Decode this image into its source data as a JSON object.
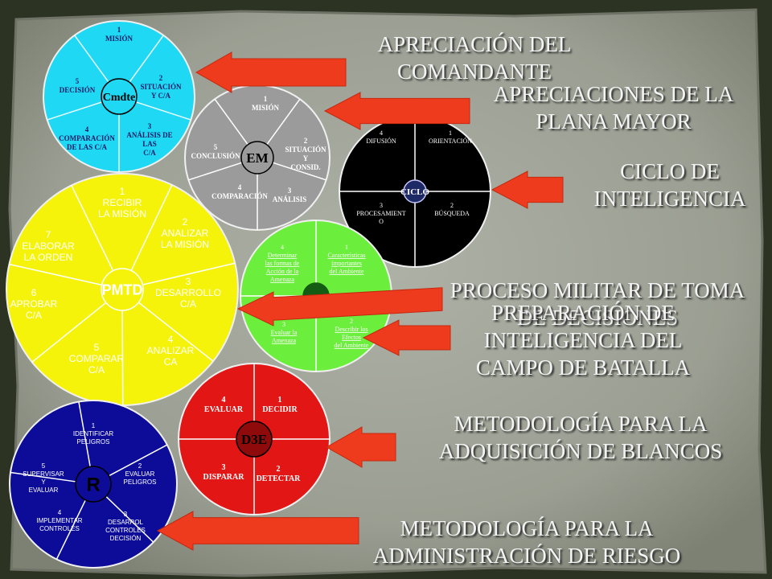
{
  "colors": {
    "frame": "#2c3322",
    "paper": "#a2a59a",
    "arrow": "#ee3a1d",
    "cmdte": "#1fd8f4",
    "em": "#9b9b9b",
    "ciclo": "#000000",
    "pipb": "#6bef3c",
    "pmtd": "#f6f30a",
    "d3e": "#e31616",
    "riesgo": "#0c0c99"
  },
  "titles": {
    "comandante": [
      "APRECIACIÓN DEL",
      "COMANDANTE"
    ],
    "plana_mayor": [
      "APRECIACIONES DE LA",
      "PLANA MAYOR"
    ],
    "ciclo": [
      "CICLO DE",
      "INTELIGENCIA"
    ],
    "pmtd": [
      "PROCESO MILITAR DE TOMA",
      "DE DECISIONES"
    ],
    "pipb": [
      "PREPARACIÓN DE",
      "INTELIGENCIA DEL",
      "CAMPO DE BATALLA"
    ],
    "blancos": [
      "METODOLOGÍA PARA LA",
      "ADQUISICIÓN DE BLANCOS"
    ],
    "riesgo": [
      "METODOLOGÍA PARA LA",
      "ADMINISTRACIÓN DE RIESGO"
    ]
  },
  "wheels": {
    "cmdte": {
      "center": "Cmdte",
      "segments": [
        [
          "1",
          "MISIÓN"
        ],
        [
          "2",
          "SITUACIÓN",
          "Y C/A"
        ],
        [
          "3",
          "ANÁLISIS DE",
          "LAS",
          "C/A"
        ],
        [
          "4",
          "COMPARACIÓN",
          "DE LAS C/A"
        ],
        [
          "5",
          "DECISIÓN"
        ]
      ]
    },
    "em": {
      "center": "EM",
      "segments": [
        [
          "1",
          "MISIÓN"
        ],
        [
          "2",
          "SITUACIÓN",
          "Y",
          "CONSID."
        ],
        [
          "3",
          "ANÁLISIS"
        ],
        [
          "4",
          "COMPARACIÓN"
        ],
        [
          "5",
          "CONCLUSIÓN"
        ]
      ]
    },
    "ciclo": {
      "center": "CICLO",
      "segments": [
        [
          "1",
          "ORIENTACIÓN"
        ],
        [
          "2",
          "BÚSQUEDA"
        ],
        [
          "3",
          "PROCESAMIENT",
          "O"
        ],
        [
          "4",
          "DIFUSIÓN"
        ]
      ]
    },
    "pipb": {
      "segments": [
        [
          "1",
          "Características",
          "importantes",
          "del Ambiente"
        ],
        [
          "2",
          "Describir los",
          "Efectos",
          "del Ambiente"
        ],
        [
          "3",
          "Evaluar la",
          "Amenaza"
        ],
        [
          "4",
          "Determinar",
          "las formas de",
          "Acción de la",
          "Amenaza"
        ]
      ]
    },
    "pmtd": {
      "center": "PMTD",
      "segments": [
        [
          "1",
          "RECIBIR",
          "LA MISIÓN"
        ],
        [
          "2",
          "ANALIZAR",
          "LA MISIÓN"
        ],
        [
          "3",
          "DESARROLLO",
          "C/A"
        ],
        [
          "4",
          "ANALIZAR",
          "CA"
        ],
        [
          "5",
          "COMPARAR",
          "C/A"
        ],
        [
          "6",
          "APROBAR",
          "C/A"
        ],
        [
          "7",
          "ELABORAR",
          "LA ORDEN"
        ]
      ]
    },
    "d3e": {
      "center": "D3E",
      "segments": [
        [
          "1",
          "DECIDIR"
        ],
        [
          "2",
          "DETECTAR"
        ],
        [
          "3",
          "DISPARAR"
        ],
        [
          "4",
          "EVALUAR"
        ]
      ]
    },
    "riesgo": {
      "center": "R",
      "segments": [
        [
          "1",
          "IDENTIFICAR",
          "PELIGROS"
        ],
        [
          "2",
          "EVALUAR",
          "PELIGROS"
        ],
        [
          "3",
          "DESARROL",
          "CONTROLES",
          "DECISIÓN"
        ],
        [
          "4",
          "IMPLEMENTAR",
          "CONTROLES"
        ],
        [
          "5",
          "SUPERVISAR",
          "Y",
          "EVALUAR"
        ]
      ]
    }
  }
}
